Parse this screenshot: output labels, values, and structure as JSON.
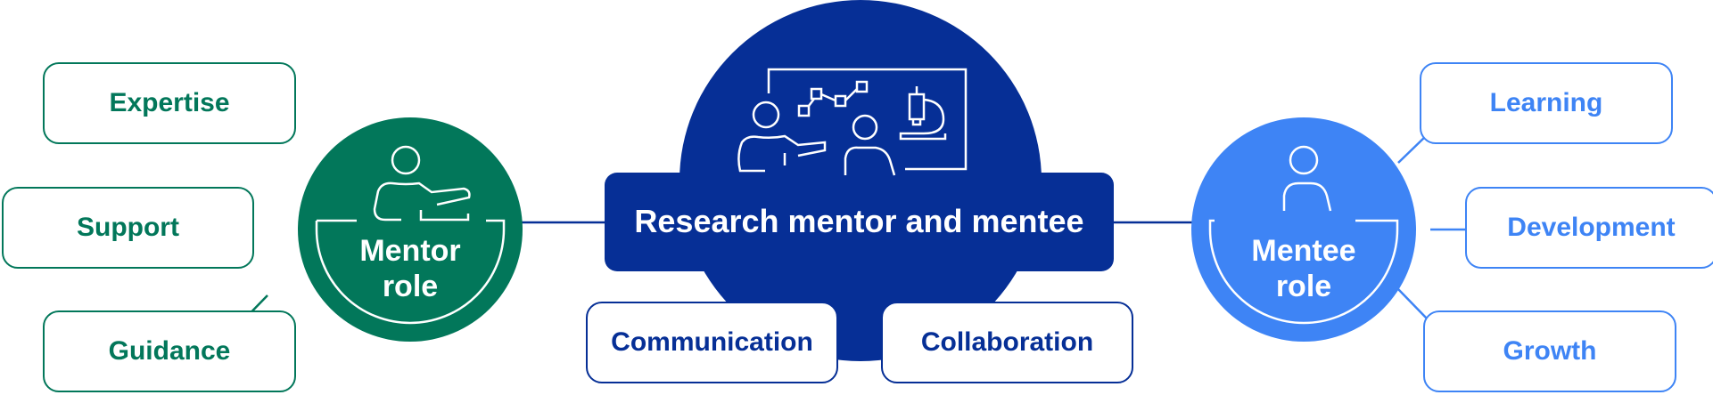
{
  "title": "Research mentor and mentee",
  "mentor": {
    "label": "Mentor role",
    "items": [
      "Expertise",
      "Support",
      "Guidance"
    ]
  },
  "mentee": {
    "label": "Mentee role",
    "items": [
      "Learning",
      "Development",
      "Growth"
    ]
  },
  "shared": [
    "Communication",
    "Collaboration"
  ],
  "colors": {
    "mentor": "#02775A",
    "center": "#062F96",
    "mentee": "#3E84F5"
  }
}
